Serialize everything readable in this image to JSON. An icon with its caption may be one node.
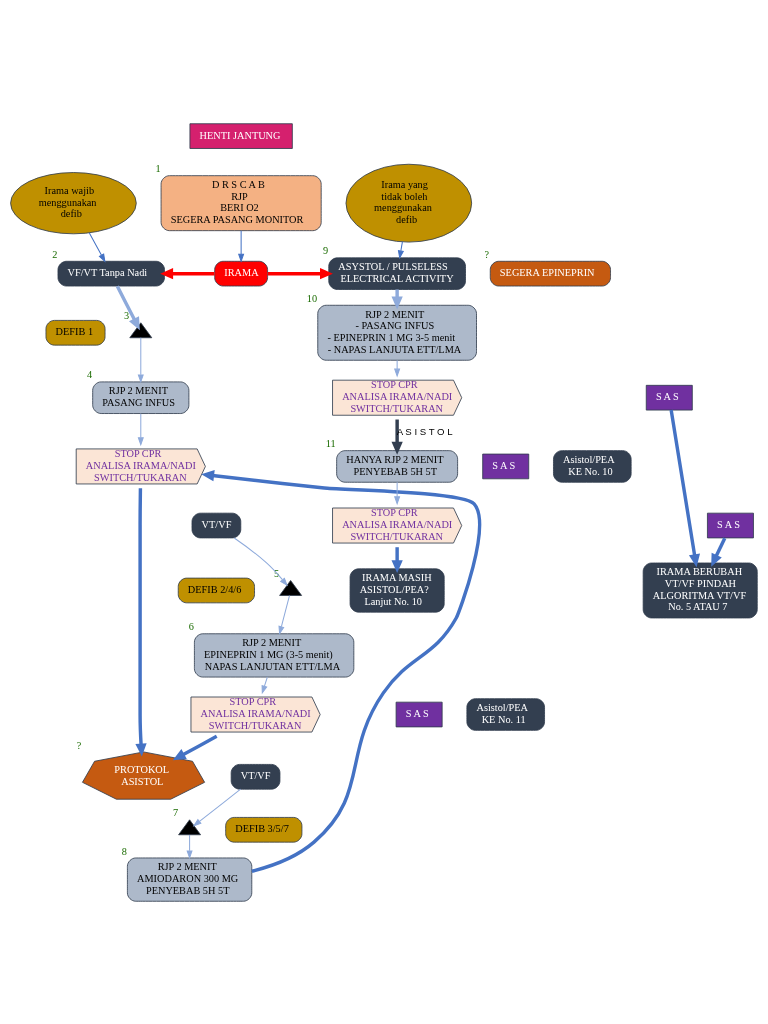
{
  "diagram": {
    "nodes": [
      {
        "text": [
          "HENTI JANTUNG"
        ]
      },
      {
        "text": [
          "D R S C A B",
          "RJP",
          "BERI O2",
          "SEGERA PASANG MONITOR"
        ],
        "beside": [
          "1"
        ]
      },
      {
        "text": [
          "Irama wajib menggunakan defib"
        ]
      },
      {
        "text": [
          "Irama yang tidak boleh menggunakan defib"
        ]
      },
      {
        "text": [
          "IRAMA"
        ]
      },
      {
        "text": [
          "VF/VT Tanpa Nadi"
        ],
        "beside": [
          "2"
        ]
      },
      {
        "text": [
          "ASYSTOL / PULSELESS ELECTRICAL ACTIVITY"
        ],
        "beside": [
          "9"
        ]
      },
      {
        "text": [
          "SEGERA EPINEPRIN"
        ],
        "beside": [
          "?"
        ]
      },
      {
        "text": [
          "DEFIB 1"
        ]
      },
      {
        "text": [],
        "shape": "triangle",
        "beside": [
          "3"
        ]
      },
      {
        "text": [
          "RJP 2 MENIT",
          "PASANG INFUS"
        ],
        "beside": [
          "4"
        ]
      },
      {
        "text": [
          "STOP CPR",
          "ANALISA IRAMA/NADI",
          "SWITCH/TUKARAN"
        ]
      },
      {
        "text": [
          "S A S"
        ]
      },
      {
        "text": [
          "VT/VF"
        ]
      },
      {
        "text": [
          "Asistol/PEA KE No. 10"
        ]
      },
      {
        "text": [
          "DEFIB 2/4/6"
        ]
      },
      {
        "text": [],
        "shape": "triangle",
        "beside": [
          "5"
        ]
      },
      {
        "text": [
          "RJP 2 MENIT",
          "EPINEPRIN 1 MG (3-5 menit)",
          "NAPAS LANJUTAN ETT/LMA"
        ],
        "beside": [
          "6"
        ]
      },
      {
        "text": [
          "STOP CPR",
          "ANALISA IRAMA/NADI",
          "SWITCH/TUKARAN"
        ]
      },
      {
        "text": [
          "S A S"
        ]
      },
      {
        "text": [
          "VT/VF"
        ]
      },
      {
        "text": [
          "Asistol/PEA KE No. 11"
        ]
      },
      {
        "text": [
          "DEFIB 3/5/7"
        ]
      },
      {
        "text": [],
        "shape": "triangle",
        "beside": [
          "7"
        ]
      },
      {
        "text": [
          "RJP 2 MENIT",
          "AMIODARON 300 MG",
          "PENYEBAB 5H 5T"
        ],
        "beside": [
          "8"
        ]
      },
      {
        "text": [
          "PROTOKOL ASISTOL"
        ],
        "beside": [
          "?"
        ]
      },
      {
        "text": [
          "RJP 2 MENIT",
          "- PASANG INFUS",
          "- EPINEPRIN 1 MG 3-5 menit",
          "- NAPAS LANJUTA ETT/LMA"
        ],
        "beside": [
          "10"
        ]
      },
      {
        "text": [
          "STOP CPR",
          "ANALISA IRAMA/NADI",
          "SWITCH/TUKARAN"
        ]
      },
      {
        "text": [
          "S A S"
        ]
      },
      {
        "text": [
          "HANYA RJP 2 MENIT",
          "PENYEBAB 5H 5T"
        ],
        "beside": [
          "11"
        ]
      },
      {
        "text": [
          "STOP CPR",
          "ANALISA IRAMA/NADI",
          "SWITCH/TUKARAN"
        ]
      },
      {
        "text": [
          "S A S"
        ]
      },
      {
        "text": [
          "IRAMA MASIH ASISTOL/PEA? Lanjut No. 10"
        ]
      },
      {
        "text": [
          "IRAMA BERUBAH VT/VF PINDAH ALGORITMA VT/VF No. 5 ATAU 7"
        ]
      }
    ],
    "edges": [
      {
        "from": 1,
        "to": 4,
        "arrow": "to"
      },
      {
        "from": 4,
        "to": 5,
        "arrow": "to",
        "style": "thick",
        "color": "#ff0000"
      },
      {
        "from": 4,
        "to": 6,
        "arrow": "to",
        "style": "thick",
        "color": "#ff0000"
      },
      {
        "from": 2,
        "to": 5,
        "arrow": "to"
      },
      {
        "from": 3,
        "to": 6,
        "arrow": "to"
      },
      {
        "from": 5,
        "to": 9,
        "arrow": "to",
        "style": "thick",
        "color": "#8eaadb"
      },
      {
        "from": 9,
        "to": 10,
        "arrow": "to",
        "color": "#8eaadb"
      },
      {
        "from": 10,
        "to": 11,
        "arrow": "to",
        "color": "#8eaadb"
      },
      {
        "from": 13,
        "to": 16,
        "arrow": "to",
        "color": "#8eaadb"
      },
      {
        "from": 16,
        "to": 17,
        "arrow": "to",
        "color": "#8eaadb"
      },
      {
        "from": 17,
        "to": 18,
        "arrow": "to",
        "color": "#8eaadb"
      },
      {
        "from": 20,
        "to": 23,
        "arrow": "to",
        "color": "#8eaadb"
      },
      {
        "from": 23,
        "to": 24,
        "arrow": "to",
        "color": "#8eaadb"
      },
      {
        "from": 24,
        "to": 11,
        "arrow": "to",
        "style": "thick"
      },
      {
        "from": 11,
        "to": 25,
        "arrow": "to",
        "style": "thick"
      },
      {
        "from": 18,
        "to": 25,
        "arrow": "to",
        "style": "thick"
      },
      {
        "from": 6,
        "to": 26,
        "arrow": "to",
        "style": "thick",
        "color": "#8eaadb"
      },
      {
        "from": 26,
        "to": 27,
        "arrow": "to",
        "color": "#8eaadb"
      },
      {
        "from": 27,
        "to": 29,
        "label": "A S I S T O L",
        "arrow": "to",
        "style": "thick",
        "color": "#333f50"
      },
      {
        "from": 28,
        "to": 33,
        "arrow": "to",
        "style": "thick"
      },
      {
        "from": 29,
        "to": 30,
        "arrow": "to",
        "color": "#8eaadb"
      },
      {
        "from": 30,
        "to": 32,
        "arrow": "to",
        "style": "thick"
      },
      {
        "from": 31,
        "to": 33,
        "arrow": "to",
        "style": "thick"
      }
    ]
  }
}
